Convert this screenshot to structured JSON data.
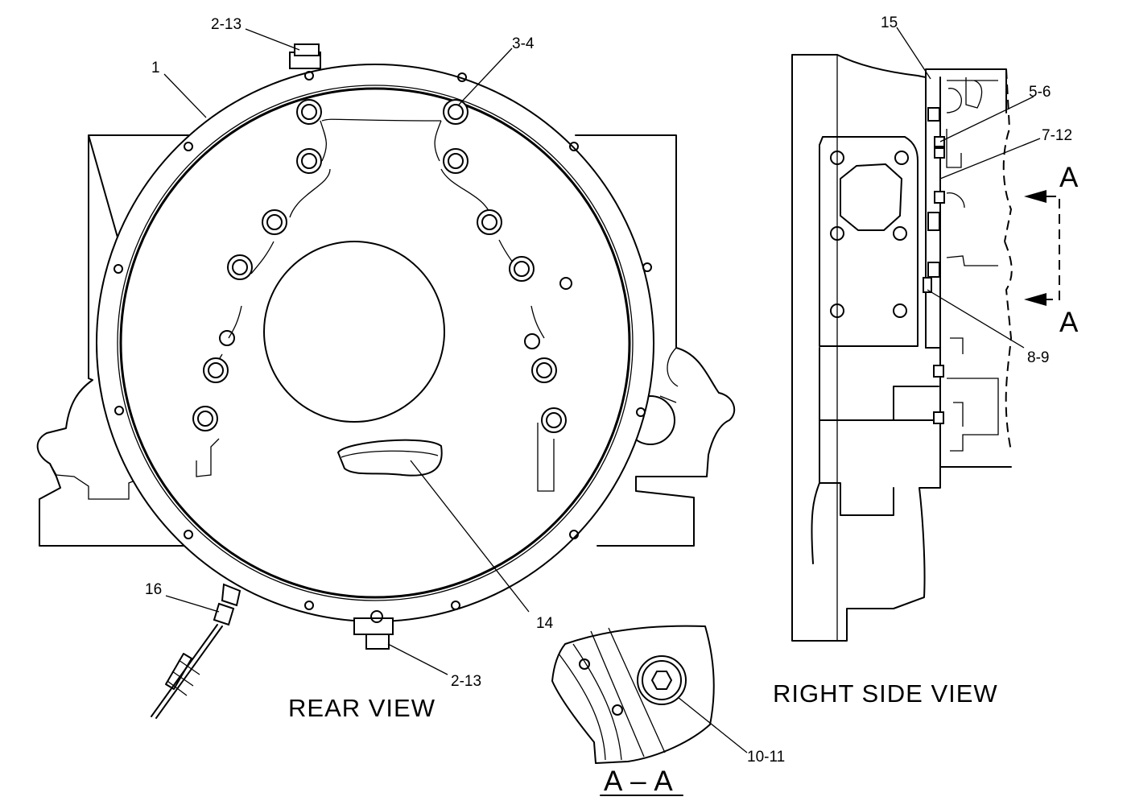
{
  "views": {
    "rear": "REAR VIEW",
    "right_side": "RIGHT  SIDE  VIEW",
    "section": "A – A"
  },
  "section_markers": {
    "top": "A",
    "bottom": "A"
  },
  "callouts": {
    "c_2_13_top": "2-13",
    "c_1": "1",
    "c_3_4": "3-4",
    "c_16": "16",
    "c_14": "14",
    "c_2_13_bottom": "2-13",
    "c_15": "15",
    "c_5_6": "5-6",
    "c_7_12": "7-12",
    "c_8_9": "8-9",
    "c_10_11": "10-11"
  }
}
